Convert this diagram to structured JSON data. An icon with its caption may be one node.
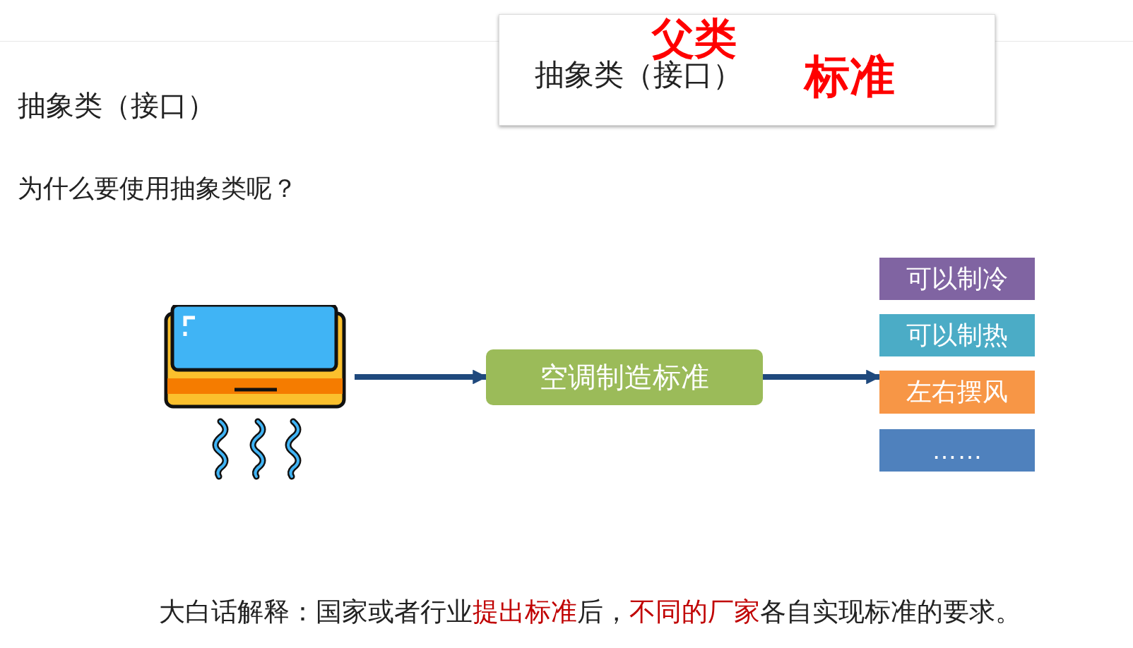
{
  "diagram": {
    "nodes": [
      {
        "text": [
          "父类",
          "抽象类（接口）",
          "标准"
        ]
      },
      {
        "text": [],
        "shape": "picture"
      },
      {
        "text": [
          "空调制造标准"
        ]
      },
      {
        "text": [
          "可以制冷"
        ]
      },
      {
        "text": [
          "可以制热"
        ]
      },
      {
        "text": [
          "左右摆风"
        ]
      },
      {
        "text": [
          "……"
        ]
      }
    ],
    "edges": [
      {
        "from": 1,
        "to": 2,
        "arrow": "to"
      },
      {
        "from": 2,
        "to": 5,
        "arrow": "to"
      }
    ],
    "labels": [
      "抽象类（接口）",
      "为什么要使用抽象类呢？",
      "大白话解释：国家或者行业**提出标准**后，**不同的厂家**各自实现标准的要求。"
    ]
  }
}
